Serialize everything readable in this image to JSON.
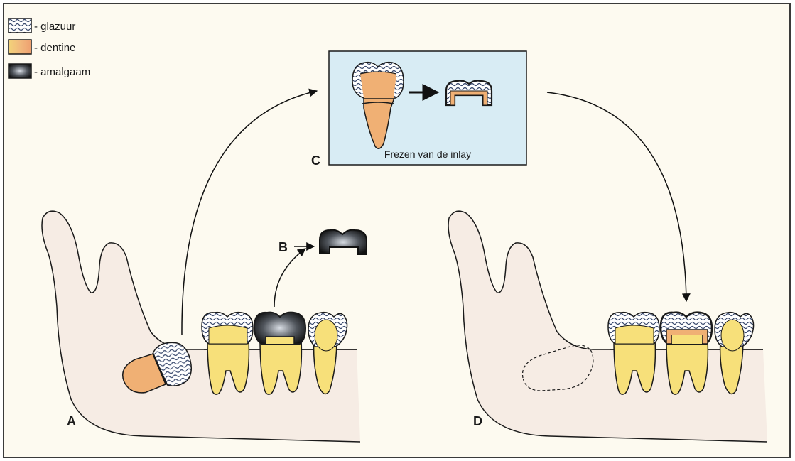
{
  "legend": {
    "items": [
      {
        "label": "- glazuur",
        "icon": "enamel-swatch-icon"
      },
      {
        "label": "- dentine",
        "icon": "dentine-swatch-icon"
      },
      {
        "label": "- amalgaam",
        "icon": "amalgam-swatch-icon"
      }
    ]
  },
  "panels": {
    "a_label": "A",
    "b_label": "B",
    "c_label": "C",
    "d_label": "D",
    "c_caption": "Frezen van de inlay"
  },
  "colors": {
    "enamel_bg": "#ffffff",
    "enamel_wave": "#3a4a6e",
    "dentine": "#f0b074",
    "tooth_yellow": "#f7e07a",
    "amalgam": "#2a2a2a",
    "jaw_fill": "#f6ece4",
    "panel_c_bg": "#d8ecf4",
    "outline": "#1a1a1a"
  }
}
